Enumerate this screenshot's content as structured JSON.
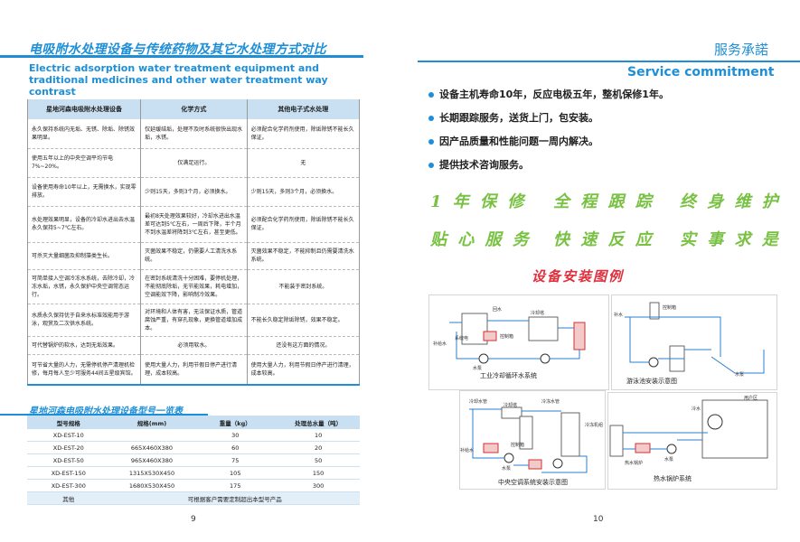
{
  "left": {
    "title_cn": "电吸附水处理设备与传统药物及其它水处理方式对比",
    "title_en": "Electric adsorption water treatment equipment and traditional medicines and other water treatment way contrast",
    "table_headers": [
      "星地河森电吸附水处理设备",
      "化学方式",
      "其他电子式水处理"
    ],
    "table_rows": [
      [
        "永久保持系统内无垢、无锈、除垢、除锈效果明显。",
        "仅延缓结垢，处理不及时系统很快出现水垢，水锈。",
        "必须配合化学药剂使用，除垢除锈不能长久保证。"
      ],
      [
        "使用五年以上的中央空调平均节电7%~20%。",
        "仅满足运行。",
        "无"
      ],
      [
        "设备使用寿命10年以上，无需换水，实现零排放。",
        "少则15天，多则3个月，必须换水。",
        "少则15天，多则3个月，必须换水。"
      ],
      [
        "水处理效果明显，设备的冷却水进出去水温永久保持5~7℃左右。",
        "最初8天处理效果较好，冷却水进出水温差可达到5℃左右，一周后下降，半个月不到水温差将降到3℃左右，甚至更低。",
        "必须配合化学药剂使用，除垢除锈不能长久保证。"
      ],
      [
        "可杀灭大量细菌及抑制藻类生长。",
        "灭菌效果不稳定，仍需要人工清洗水系统。",
        "灭菌效果不稳定，不能抑制且仍需要清洗水系统。"
      ],
      [
        "可简单接入空调冷冻水系统，去除冷却，冷冻水垢，水锈，永久保护中央空调常态运行。",
        "在密封系统清洗十分困难，要停机处理，不能彻底除垢，无节能效果，耗电增加，空调能效下降，影响制冷效果。",
        "不能装于密封系统。"
      ],
      [
        "水质永久保持优于自来水标准效能用于游泳，观赏及二次供水系统。",
        "对环境和人体有害，无法保证水质，管道腐蚀严重，有穿孔现象，更换管道增加成本。",
        "不能长久稳定除垢除锈，效果不稳定。"
      ],
      [
        "可代替锅炉的软水，达到无垢效果。",
        "必须用软水。",
        "还没有这方面的情况。"
      ],
      [
        "可节省大量的人力，无需停机停产清理机检修，每月每人至少可服务44间五星级宾馆。",
        "使用大量人力，利用节假日停产进行清理，成本较高。",
        "使用大量人力，利用节假日停产进行清理，成本较高。"
      ]
    ],
    "model_title": "星地河森电吸附水处理设备型号一览表",
    "model_headers": [
      "型号规格",
      "规格(mm)",
      "重量（kg）",
      "处理总水量（吨）"
    ],
    "models": [
      [
        "XD-EST-10",
        "",
        "30",
        "10"
      ],
      [
        "XD-EST-20",
        "665X460X380",
        "60",
        "20"
      ],
      [
        "XD-EST-50",
        "965X460X380",
        "75",
        "50"
      ],
      [
        "XD-EST-150",
        "1315X530X450",
        "105",
        "150"
      ],
      [
        "XD-EST-300",
        "1680X530X450",
        "175",
        "300"
      ]
    ],
    "other_label": "其他",
    "other_note": "可根据客户需要定制超出本型号产品",
    "page_number": "9"
  },
  "right": {
    "service_cn": "服务承諾",
    "service_en": "Service commitment",
    "bullets": [
      "设备主机寿命10年，反应电极五年，整机保修1年。",
      "长期跟踪服务，送货上门，包安装。",
      "因产品质量和性能问题一周内解决。",
      "提供技术咨询服务。"
    ],
    "slogans": [
      "1 年 保 修",
      "全 程 跟 踪",
      "终 身 维 护",
      "贴 心 服 务",
      "快 速 反 应",
      "实 事 求 是"
    ],
    "install_title": "设备安装图例",
    "diagram_captions": [
      "工业冷却循环水系统",
      "游泳池安装示意图",
      "中央空调系统安装示意图",
      "热水锅炉系统"
    ],
    "diagram_labels": {
      "d1": [
        "回水",
        "冷却塔",
        "控制箱",
        "水泵",
        "补给水",
        "系统电"
      ],
      "d2": [
        "补水",
        "控制箱",
        "水泵"
      ],
      "d3": [
        "冷却水管",
        "冷冻水管",
        "补给水",
        "控制箱",
        "冷却塔",
        "冷冻机组",
        "水泵"
      ],
      "d4": [
        "用户区",
        "冷水",
        "热水锅炉",
        "水泵"
      ]
    },
    "page_number": "10",
    "colors": {
      "accent": "#1e8fd6",
      "slogan": "#79c142",
      "install": "#e0303d"
    }
  }
}
